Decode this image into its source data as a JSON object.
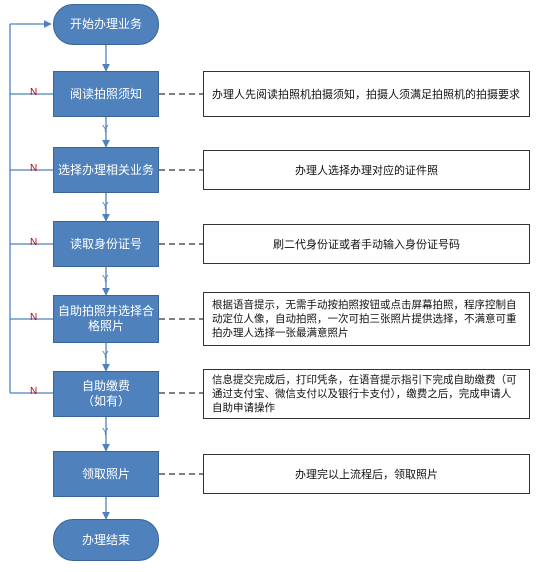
{
  "flowchart": {
    "start": "开始办理业务",
    "end": "办理结束",
    "steps": [
      {
        "label": "阅读拍照须知",
        "note": "办理人先阅读拍照机拍摄须知，拍摄人须满足拍照机的拍摄要求"
      },
      {
        "label": "选择办理相关业务",
        "note": "办理人选择办理对应的证件照"
      },
      {
        "label": "读取身份证号",
        "note": "刷二代身份证或者手动输入身份证号码"
      },
      {
        "label": "自助拍照并选择合格照片",
        "note": "根据语音提示，无需手动按拍照按钮或点击屏幕拍照，程序控制自动定位人像，自动拍照，一次可拍三张照片提供选择，不满意可重拍办理人选择一张最满意照片"
      },
      {
        "label": "自助缴费\n（如有）",
        "note": "信息提交完成后，打印凭条，在语音提示指引下完成自助缴费（可通过支付宝、微信支付以及银行卡支付），缴费之后，完成申请人自助申请操作"
      },
      {
        "label": "领取照片",
        "note": "办理完以上流程后，领取照片"
      }
    ],
    "yes_label": "Y",
    "no_label": "N"
  },
  "colors": {
    "node_fill": "#4f81bd",
    "node_border": "#3a6598",
    "connector": "#4f81bd",
    "yes": "#4f81bd",
    "no": "#c00000"
  }
}
